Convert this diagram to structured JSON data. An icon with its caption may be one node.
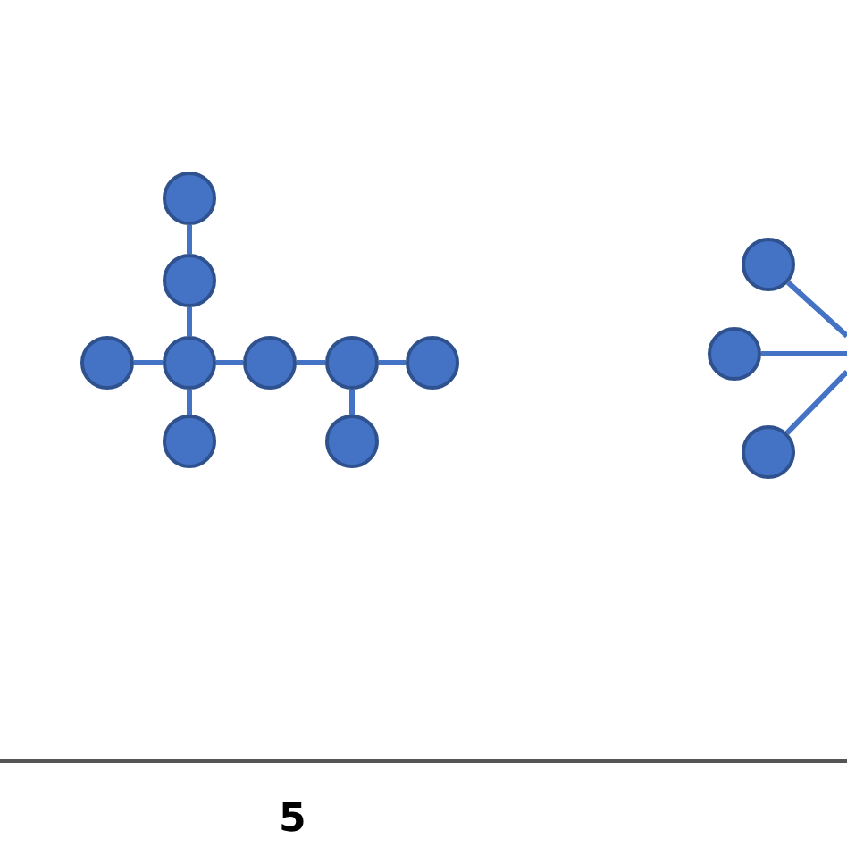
{
  "diagram": {
    "nodes": [
      {
        "text": [],
        "shape": "circle"
      },
      {
        "text": [],
        "shape": "circle"
      },
      {
        "text": [],
        "shape": "circle"
      },
      {
        "text": [],
        "shape": "circle"
      },
      {
        "text": [],
        "shape": "circle"
      },
      {
        "text": [],
        "shape": "circle"
      },
      {
        "text": [],
        "shape": "circle"
      },
      {
        "text": [],
        "shape": "circle"
      },
      {
        "text": [],
        "shape": "circle"
      },
      {
        "text": [],
        "shape": "circle"
      },
      {
        "text": [],
        "shape": "circle"
      },
      {
        "text": [],
        "shape": "circle"
      }
    ],
    "edges": [
      {
        "from": 0,
        "to": 1,
        "arrow": "none"
      },
      {
        "from": 1,
        "to": 3,
        "arrow": "none"
      },
      {
        "from": 2,
        "to": 3,
        "arrow": "none"
      },
      {
        "from": 3,
        "to": 4,
        "arrow": "none"
      },
      {
        "from": 4,
        "to": 5,
        "arrow": "none"
      },
      {
        "from": 5,
        "to": 6,
        "arrow": "none"
      },
      {
        "from": 3,
        "to": 7,
        "arrow": "none"
      },
      {
        "from": 5,
        "to": 8,
        "arrow": "none"
      },
      {
        "from": 9,
        "to": null,
        "arrow": "none"
      },
      {
        "from": 10,
        "to": null,
        "arrow": "none"
      },
      {
        "from": 11,
        "to": null,
        "arrow": "none"
      }
    ],
    "labels": [
      "5"
    ]
  }
}
